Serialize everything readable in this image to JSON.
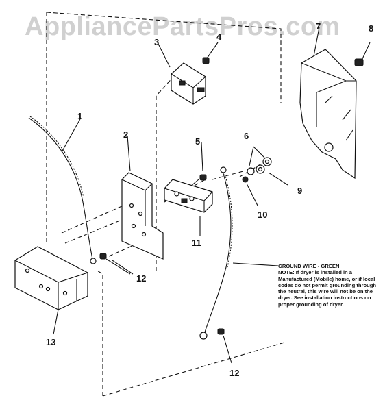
{
  "watermark": "AppliancePartsPros.com",
  "callouts": {
    "c1": "1",
    "c2": "2",
    "c3": "3",
    "c4": "4",
    "c5": "5",
    "c6": "6",
    "c7": "7",
    "c8": "8",
    "c9": "9",
    "c10": "10",
    "c11": "11",
    "c12a": "12",
    "c12b": "12",
    "c13": "13"
  },
  "note": {
    "heading": "GROUND WIRE - GREEN",
    "body": "NOTE: If dryer is installed in a Manufactured (Mobile) home, or if local codes do not permit grounding through the neutral, this wire will not be on the dryer. See installation instructions on proper grounding of dryer."
  }
}
